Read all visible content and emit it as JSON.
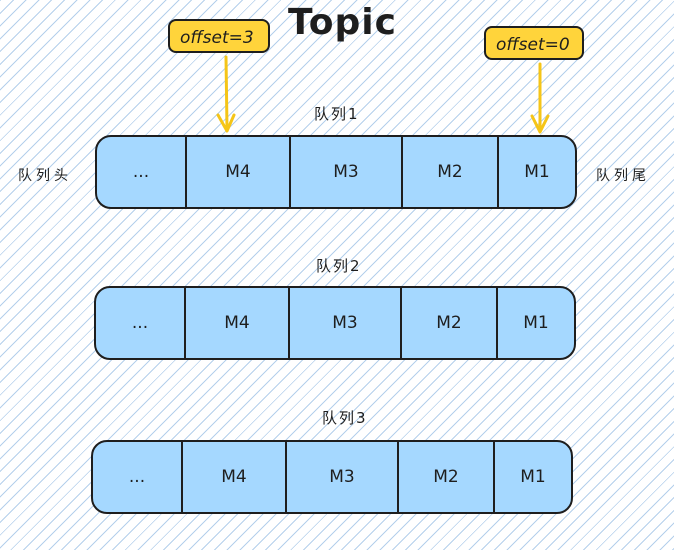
{
  "title": "Topic",
  "offsets": [
    {
      "label": "offset=3"
    },
    {
      "label": "offset=0"
    }
  ],
  "queue_head_label": "队列头",
  "queue_tail_label": "队列尾",
  "queues": [
    {
      "label": "队列1",
      "cells": [
        "...",
        "M4",
        "M3",
        "M2",
        "M1"
      ]
    },
    {
      "label": "队列2",
      "cells": [
        "...",
        "M4",
        "M3",
        "M2",
        "M1"
      ]
    },
    {
      "label": "队列3",
      "cells": [
        "...",
        "M4",
        "M3",
        "M2",
        "M1"
      ]
    }
  ],
  "colors": {
    "queue_fill": "#a5d8ff",
    "tag_fill": "#ffd43b",
    "arrow": "#f5c518",
    "stroke": "#1e1e1e"
  }
}
